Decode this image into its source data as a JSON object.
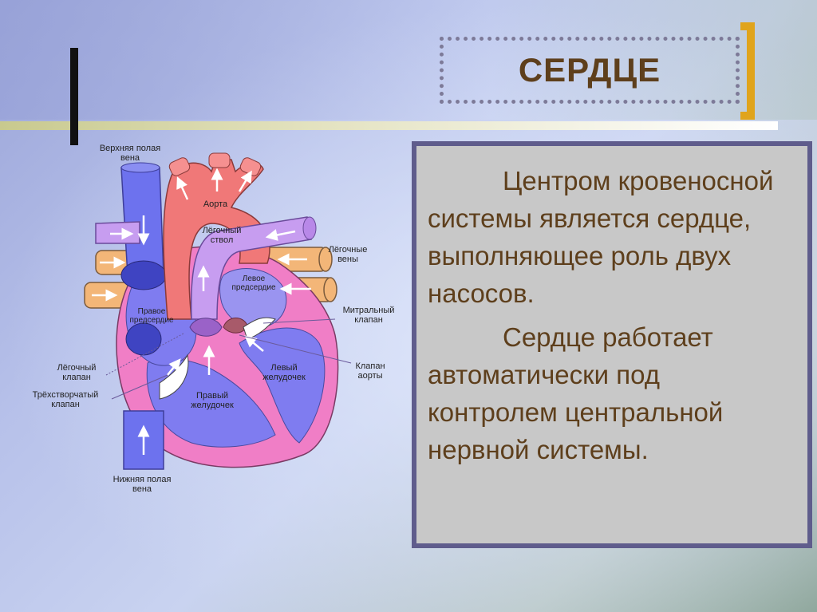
{
  "slide": {
    "title": "СЕРДЦЕ",
    "paragraphs": [
      "Центром кровеносной системы является сердце, выполняющее роль двух насосов.",
      "Сердце работает автоматически под контролем центральной нервной системы."
    ]
  },
  "diagram": {
    "labels": {
      "superior_vena_cava_1": "Верхняя полая",
      "superior_vena_cava_2": "вена",
      "aorta": "Аорта",
      "pulmonary_trunk_1": "Лёгочный",
      "pulmonary_trunk_2": "ствол",
      "pulmonary_veins_1": "Лёгочные",
      "pulmonary_veins_2": "вены",
      "left_atrium_1": "Левое",
      "left_atrium_2": "предсердие",
      "right_atrium_1": "Правое",
      "right_atrium_2": "предсердие",
      "mitral_valve_1": "Митральный",
      "mitral_valve_2": "клапан",
      "pulmonary_valve_1": "Лёгочный",
      "pulmonary_valve_2": "клапан",
      "left_ventricle_1": "Левый",
      "left_ventricle_2": "желудочек",
      "aortic_valve_1": "Клапан",
      "aortic_valve_2": "аорты",
      "tricuspid_valve_1": "Трёхстворчатый",
      "tricuspid_valve_2": "клапан",
      "right_ventricle_1": "Правый",
      "right_ventricle_2": "желудочек",
      "inferior_vena_cava_1": "Нижняя полая",
      "inferior_vena_cava_2": "вена"
    }
  },
  "colors": {
    "title_text": "#5e3f1c",
    "body_text": "#5e3f1c",
    "panel_border": "#5f5c8c",
    "panel_fill": "#c8c8c8",
    "bracket_left": "#111111",
    "bracket_right": "#e0a41c"
  }
}
